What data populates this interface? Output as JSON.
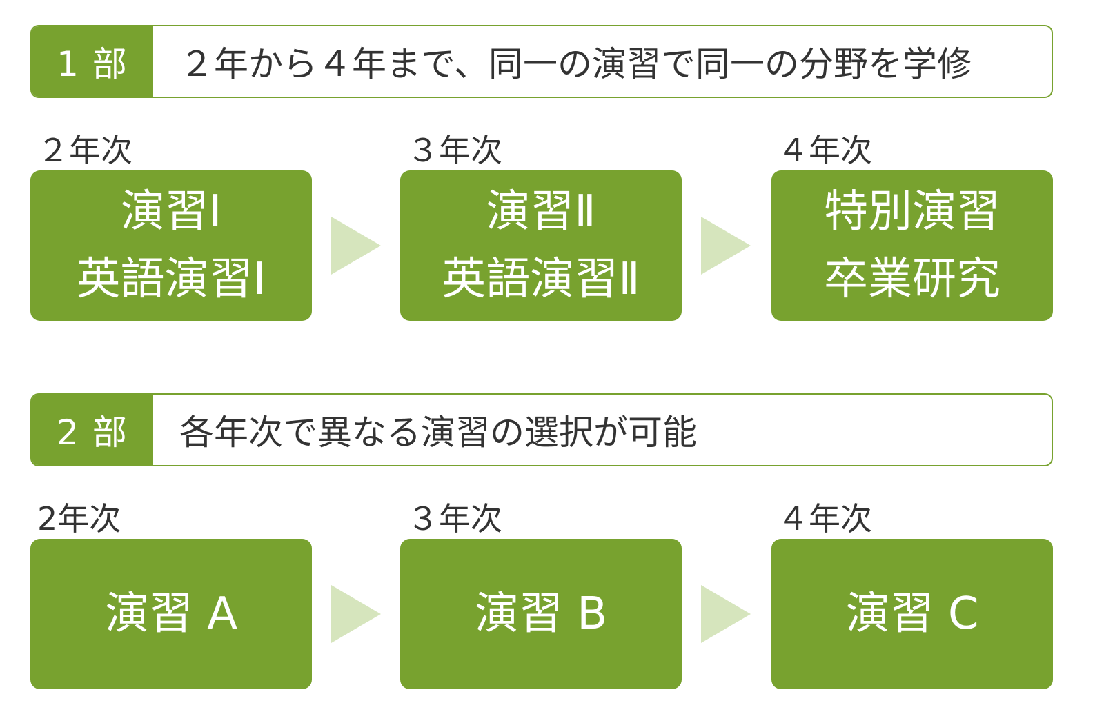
{
  "sections": [
    {
      "label": "1 部",
      "description": "２年から４年まで、同一の演習で同一の分野を学修",
      "steps": [
        {
          "year": "２年次",
          "lines": [
            "演習Ⅰ",
            "英語演習Ⅰ"
          ]
        },
        {
          "year": "３年次",
          "lines": [
            "演習Ⅱ",
            "英語演習Ⅱ"
          ]
        },
        {
          "year": "４年次",
          "lines": [
            "特別演習",
            "卒業研究"
          ]
        }
      ]
    },
    {
      "label": "2 部",
      "description": "各年次で異なる演習の選択が可能",
      "steps": [
        {
          "year": "2年次",
          "lines": [
            "演習 A"
          ]
        },
        {
          "year": "３年次",
          "lines": [
            "演習 B"
          ]
        },
        {
          "year": "４年次",
          "lines": [
            "演習 C"
          ]
        }
      ]
    }
  ],
  "colors": {
    "accent": "#78a22f",
    "arrow": "#d6e5bd",
    "text": "#333333"
  }
}
